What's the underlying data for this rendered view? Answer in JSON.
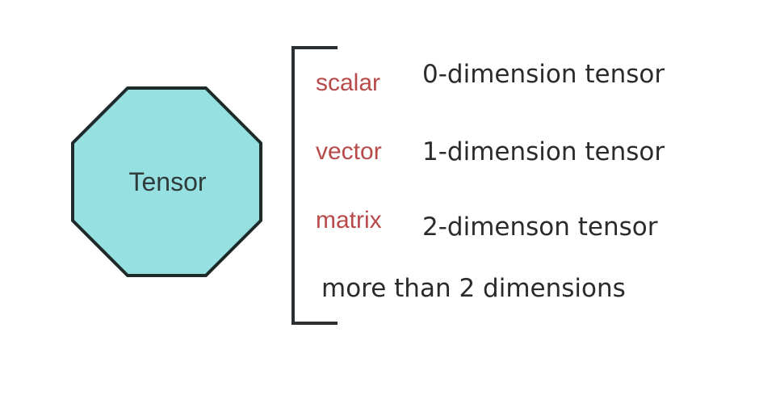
{
  "node": {
    "label": "Tensor",
    "fill_color": "#96e0e2",
    "stroke_color": "#1f2b2b"
  },
  "term_color": "#b84a4a",
  "bracket_color": "#2a2f33",
  "items": [
    {
      "term": "scalar",
      "description": "0-dimension tensor"
    },
    {
      "term": "vector",
      "description": "1-dimension tensor"
    },
    {
      "term": "matrix",
      "description": "2-dimenson tensor"
    },
    {
      "term": "",
      "description": "more than 2 dimensions"
    }
  ]
}
